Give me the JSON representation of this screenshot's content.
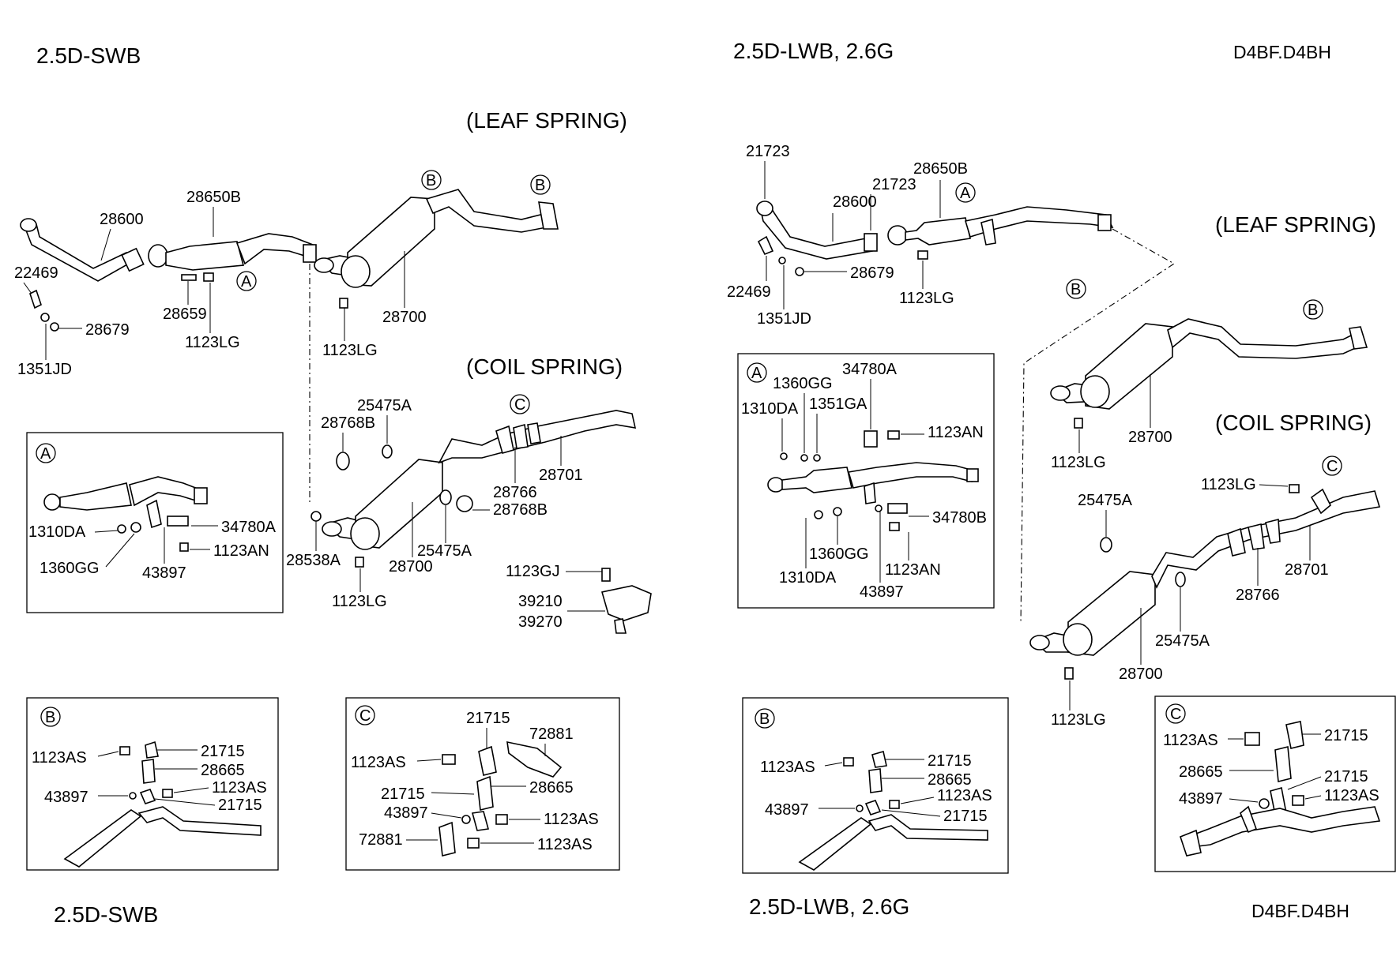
{
  "headings": {
    "swb_top": "2.5D-SWB",
    "lwb_top": "2.5D-LWB, 2.6G",
    "code_top": "D4BF.D4BH",
    "swb_bottom": "2.5D-SWB",
    "lwb_bottom": "2.5D-LWB, 2.6G",
    "code_bottom": "D4BF.D4BH",
    "leaf_left": "(LEAF SPRING)",
    "coil_left": "(COIL SPRING)",
    "leaf_right": "(LEAF SPRING)",
    "coil_right": "(COIL SPRING)"
  },
  "markers": {
    "A": "A",
    "B": "B",
    "C": "C"
  },
  "parts": {
    "p28600": "28600",
    "p28650B": "28650B",
    "p22469": "22469",
    "p28679": "28679",
    "p1351JD": "1351JD",
    "p28659": "28659",
    "p1123LG": "1123LG",
    "p28700": "28700",
    "p25475A": "25475A",
    "p28768B": "28768B",
    "p28766": "28766",
    "p28701": "28701",
    "p28538A": "28538A",
    "p1123GJ": "1123GJ",
    "p39210": "39210",
    "p39270": "39270",
    "p1310DA": "1310DA",
    "p1360GG": "1360GG",
    "p43897": "43897",
    "p34780A": "34780A",
    "p34780B": "34780B",
    "p1123AN": "1123AN",
    "p1123AS": "1123AS",
    "p21715": "21715",
    "p28665": "28665",
    "p72881": "72881",
    "p21723": "21723",
    "p1351GA": "1351GA"
  }
}
